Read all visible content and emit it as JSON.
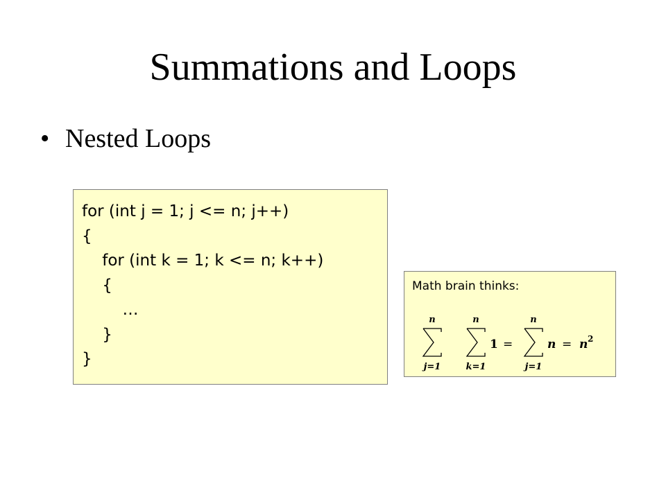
{
  "slide": {
    "title": "Summations and Loops",
    "bullet": "Nested Loops"
  },
  "code": {
    "lines": [
      "for (int j = 1; j <= n; j++)",
      "{",
      "    for (int k = 1; k <= n; k++)",
      "    {",
      "        …",
      "    }",
      "}"
    ]
  },
  "math": {
    "caption": "Math brain thinks:",
    "sum1": {
      "upper": "n",
      "lower": "j=1"
    },
    "sum2": {
      "upper": "n",
      "lower": "k=1"
    },
    "sum3": {
      "upper": "n",
      "lower": "j=1"
    },
    "term1": "1",
    "equals": "=",
    "term2": "n",
    "result_base": "n",
    "result_exp": "2"
  }
}
